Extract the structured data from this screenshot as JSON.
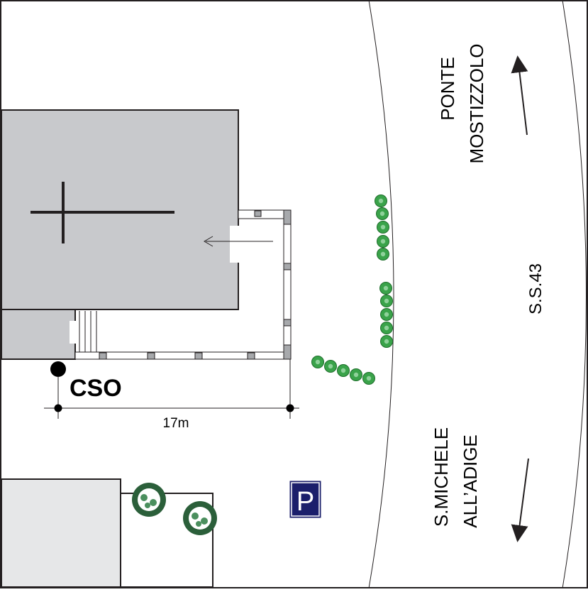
{
  "map": {
    "road_name": "S.S.43",
    "direction_north": {
      "line1": "PONTE",
      "line2": "MOSTIZZOLO"
    },
    "direction_south": {
      "line1": "S.MICHELE",
      "line2": "ALL’ADIGE"
    },
    "marker_label": "CSO",
    "distance_label": "17m",
    "parking_label": "P"
  },
  "colors": {
    "building": "#c8c9cc",
    "annex": "#e6e7e8",
    "line": "#231f20",
    "parking": "#1b1f6b",
    "bush": "#3aa34a",
    "bush_light": "#8fd19a",
    "tree": "#2b5f3a"
  },
  "icons": {
    "church": "cross-icon",
    "parking": "parking-icon",
    "marker": "dot-marker-icon",
    "direction": "arrow-icon"
  }
}
